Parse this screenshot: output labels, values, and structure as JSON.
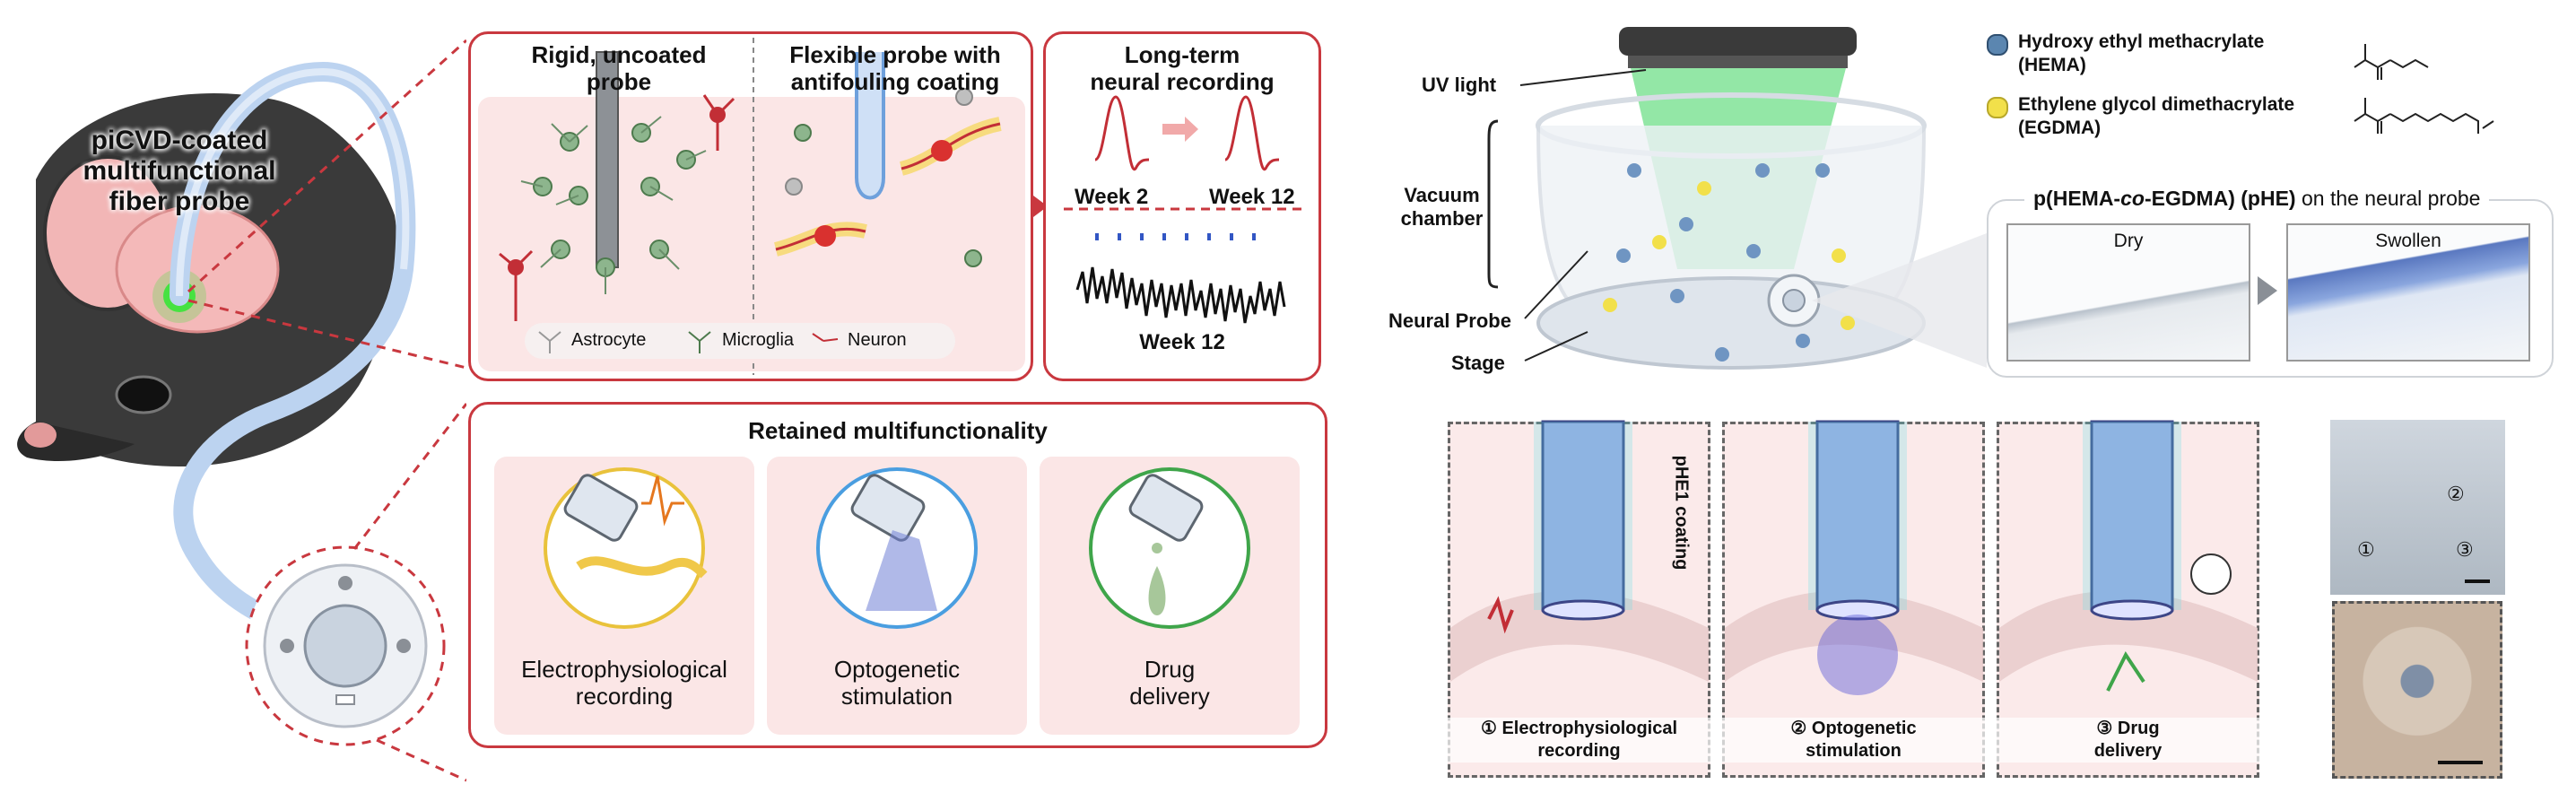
{
  "left_figure": {
    "probe_label_lines": [
      "piCVD-coated",
      "multifunctional",
      "fiber probe"
    ],
    "top_panel": {
      "rigid_title": [
        "Rigid, uncoated",
        "probe"
      ],
      "flexible_title": [
        "Flexible probe with",
        "antifouling coating"
      ],
      "legend": {
        "astrocyte": "Astrocyte",
        "microglia": "Microglia",
        "neuron": "Neuron"
      }
    },
    "recording_panel": {
      "title": [
        "Long-term",
        "neural recording"
      ],
      "week_a": "Week 2",
      "week_b": "Week 12",
      "week_c": "Week 12"
    },
    "bottom_panel": {
      "title": "Retained multifunctionality",
      "items": [
        {
          "label": [
            "Electrophysiological",
            "recording"
          ],
          "color": "#e9c23b"
        },
        {
          "label": [
            "Optogenetic",
            "stimulation"
          ],
          "color": "#4a9ee0"
        },
        {
          "label": [
            "Drug",
            "delivery"
          ],
          "color": "#3fa54a"
        }
      ]
    }
  },
  "right_figure": {
    "uv_light": "UV light",
    "vacuum_chamber": [
      "Vacuum",
      "chamber"
    ],
    "neural_probe": "Neural Probe",
    "stage": "Stage",
    "hema": {
      "line1": "Hydroxy ethyl methacrylate",
      "line2": "(HEMA)",
      "color": "#5b86b0"
    },
    "egdma": {
      "line1": "Ethylene glycol dimethacrylate",
      "line2": "(EGDMA)",
      "color": "#f2e04a"
    },
    "phe_title": {
      "bold_a": "p(HEMA-",
      "italic": "co",
      "bold_b": "-EGDMA) (pHE)",
      "rest": " on the neural probe"
    },
    "dry": "Dry",
    "swollen": "Swollen",
    "coating_label": "pHE1 coating",
    "scenes": [
      {
        "label": [
          "① Electrophysiological",
          "recording"
        ]
      },
      {
        "label": [
          "② Optogenetic",
          "stimulation"
        ]
      },
      {
        "label": [
          "③ Drug",
          "delivery"
        ]
      }
    ],
    "photo_markers": {
      "one": "①",
      "two": "②",
      "three": "③"
    }
  }
}
